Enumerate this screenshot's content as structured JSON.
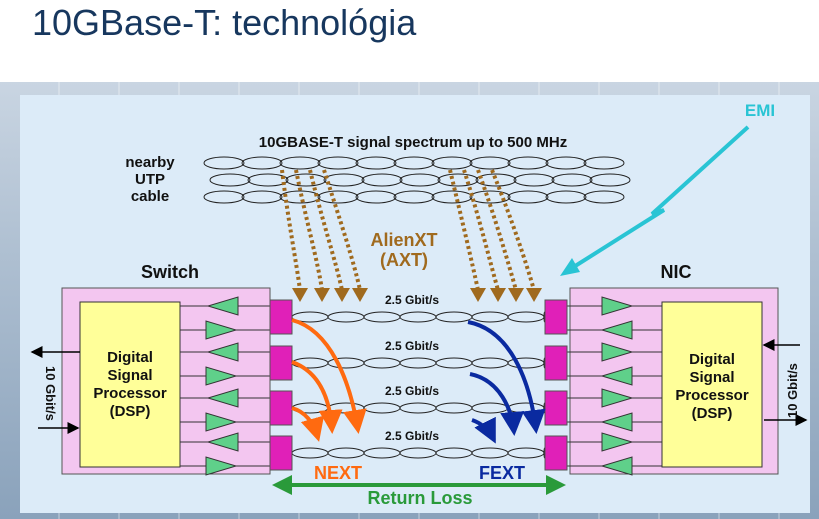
{
  "slide": {
    "title": "10GBase-T: technológia"
  },
  "diagram": {
    "spectrum_label": "10GBASE-T signal spectrum up to 500 MHz",
    "nearby_cable": [
      "nearby",
      "UTP",
      "cable"
    ],
    "emi_label": "EMI",
    "alien_xt": [
      "AlienXT",
      "(AXT)"
    ],
    "switch_label": "Switch",
    "nic_label": "NIC",
    "dsp_left": [
      "Digital",
      "Signal",
      "Processor",
      "(DSP)"
    ],
    "dsp_right": [
      "Digital",
      "Signal",
      "Processor",
      "(DSP)"
    ],
    "left_rate": "10 Gbit/s",
    "right_rate": "10 Gbit/s",
    "pair_rates": [
      "2.5 Gbit/s",
      "2.5 Gbit/s",
      "2.5 Gbit/s",
      "2.5 Gbit/s"
    ],
    "next_label": "NEXT",
    "fext_label": "FEXT",
    "return_loss_label": "Return Loss",
    "colors": {
      "axt_arrows": "#a06a1e",
      "emi": "#29c4d4",
      "next": "#ff6a10",
      "fext": "#0a2aa0",
      "return_loss": "#2a9a3a",
      "magenta": "#e020b8",
      "dsp_fill": "#ffff99",
      "box_fill": "#f3c6f0",
      "amp_fill": "#5fd08a"
    }
  }
}
